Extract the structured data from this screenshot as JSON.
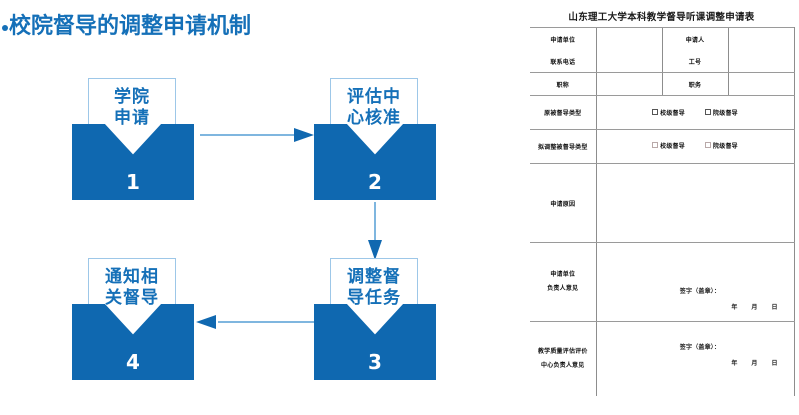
{
  "slide": {
    "title": "校院督导的调整申请机制",
    "title_bullet": "bullet-dot",
    "accent_color": "#1570B8",
    "envelope_color": "#0F68B0",
    "arrow_shaft_color": "#7FB6DF",
    "arrow_head_color": "#1068B0"
  },
  "flowchart": {
    "type": "process-flow",
    "nodes": [
      {
        "number": "1",
        "label_line1": "学院",
        "label_line2": "申请"
      },
      {
        "number": "2",
        "label_line1": "评估中",
        "label_line2": "心核准"
      },
      {
        "number": "3",
        "label_line1": "调整督",
        "label_line2": "导任务"
      },
      {
        "number": "4",
        "label_line1": "通知相",
        "label_line2": "关督导"
      }
    ],
    "connectors": [
      {
        "name": "arrow-1-to-2",
        "direction": "right"
      },
      {
        "name": "arrow-2-to-3",
        "direction": "down"
      },
      {
        "name": "arrow-3-to-4",
        "direction": "left"
      }
    ]
  },
  "form": {
    "title": "山东理工大学本科教学督导听课调整申请表",
    "rows": {
      "applicant_unit_label": "申请单位",
      "applicant_person_label": "申请人",
      "contact_phone_label": "联系电话",
      "staff_id_label": "工号",
      "title_rank_label": "职称",
      "position_label": "职务",
      "original_type_label": "原被督导类型",
      "adjusted_type_label": "拟调整被督导类型",
      "reason_label": "申请原因",
      "unit_head_opinion_label_line1": "申请单位",
      "unit_head_opinion_label_line2": "负责人意见",
      "center_head_opinion_label_line1": "教学质量评估评价",
      "center_head_opinion_label_line2": "中心负责人意见"
    },
    "checkbox_options": {
      "school_level": "校级督导",
      "college_level": "院级督导"
    },
    "signature_text": "签字（盖章）：",
    "date_text": "年    月    日",
    "blank_values": {
      "applicant_unit": "",
      "applicant_person": "",
      "contact_phone": "",
      "staff_id": "",
      "title_rank": "",
      "position": "",
      "reason": ""
    }
  }
}
